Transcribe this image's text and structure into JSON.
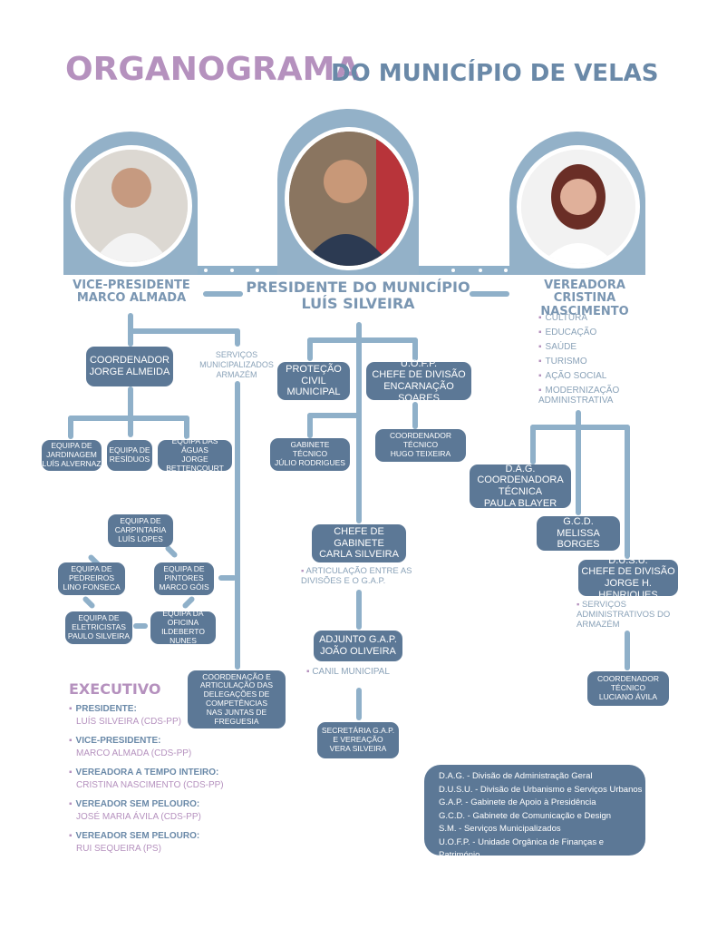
{
  "title": {
    "part1": "ORGANOGRAMA",
    "part2": "DO MUNICÍPIO DE VELAS"
  },
  "top": {
    "vice": "VICE-PRESIDENTE\nMARCO ALMADA",
    "president": "PRESIDENTE DO MUNICÍPIO\nLUÍS SILVEIRA",
    "vereadora": "VEREADORA\nCRISTINA NASCIMENTO"
  },
  "vereadora_areas": [
    "CULTURA",
    "EDUCAÇÃO",
    "SAÚDE",
    "TURISMO",
    "AÇÃO SOCIAL",
    "MODERNIZAÇÃO\nADMINISTRATIVA"
  ],
  "left": {
    "sm": "SERVIÇOS\nMUNICIPALIZADOS\nARMAZÉM",
    "coordenador": "COORDENADOR\nJORGE ALMEIDA",
    "jardinagem": "EQUIPA DE\nJARDINAGEM\nLUÍS ALVERNAZ",
    "residuos": "EQUIPA DE\nRESÍDUOS",
    "aguas": "EQUIPA DAS\nÁGUAS\nJORGE BETTENCOURT",
    "carpintaria": "EQUIPA DE\nCARPINTARIA\nLUÍS LOPES",
    "pedreiros": "EQUIPA DE\nPEDREIROS\nLINO FONSECA",
    "pintores": "EQUIPA DE\nPINTORES\nMARCO GÓIS",
    "eletricistas": "EQUIPA DE\nELETRICISTAS\nPAULO SILVEIRA",
    "oficina": "EQUIPA DA\nOFICINA\nILDEBERTO NUNES",
    "juntas": "COORDENAÇÃO E\nARTICULAÇÃO DAS\nDELEGAÇÕES DE\nCOMPETÊNCIAS\nNAS JUNTAS DE\nFREGUESIA"
  },
  "center": {
    "protecao": "PROTEÇÃO\nCIVIL\nMUNICIPAL",
    "uofp": "U.O.F.P.\nCHEFE DE DIVISÃO\nENCARNAÇÃO SOARES",
    "gabinete": "GABINETE\nTÉCNICO\nJÚLIO RODRIGUES",
    "coord_tecnico": "COORDENADOR\nTÉCNICO\nHUGO TEIXEIRA",
    "chefe_gabinete": "CHEFE DE GABINETE\nCARLA SILVEIRA",
    "articulacao": "ARTICULAÇÃO ENTRE AS\nDIVISÕES E O G.A.P.",
    "adjunto": "ADJUNTO G.A.P.\nJOÃO OLIVEIRA",
    "canil": "CANIL MUNICIPAL",
    "secretaria": "SECRETÁRIA G.A.P.\nE VEREAÇÃO\nVERA SILVEIRA"
  },
  "right": {
    "dag": "D.A.G.\nCOORDENADORA\nTÉCNICA\nPAULA BLAYER",
    "gcd": "G.C.D.\nMELISSA BORGES",
    "dusu": "D.U.S.U.\nCHEFE DE DIVISÃO\nJORGE H. HENRIQUES",
    "servicos": "SERVIÇOS\nADMINISTRATIVOS DO\nARMAZÉM",
    "coord_luciano": "COORDENADOR\nTÉCNICO\nLUCIANO ÁVILA"
  },
  "executivo": {
    "title": "EXECUTIVO",
    "members": [
      {
        "role": "PRESIDENTE:",
        "name": "LUÍS SILVEIRA (CDS-PP)"
      },
      {
        "role": "VICE-PRESIDENTE:",
        "name": "MARCO ALMADA (CDS-PP)"
      },
      {
        "role": "VEREADORA A TEMPO INTEIRO:",
        "name": "CRISTINA NASCIMENTO (CDS-PP)"
      },
      {
        "role": "VEREADOR SEM PELOURO:",
        "name": "JOSÉ MARIA ÁVILA (CDS-PP)"
      },
      {
        "role": "VEREADOR SEM PELOURO:",
        "name": "RUI SEQUEIRA (PS)"
      }
    ]
  },
  "legend": [
    "D.A.G. - Divisão de Administração Geral",
    "D.U.S.U. - Divisão de Urbanismo e Serviços Urbanos",
    "G.A.P. - Gabinete de Apoio à Presidência",
    "G.C.D. - Gabinete de Comunicação e Design",
    "S.M. - Serviços Municipalizados",
    "U.O.F.P. - Unidade Orgânica de Finanças e Património"
  ],
  "colors": {
    "accent": "#b591be",
    "primary": "#5c7896",
    "line": "#8fb0c9"
  },
  "icons": [
    "vice-president-photo",
    "president-photo",
    "vereadora-photo"
  ]
}
